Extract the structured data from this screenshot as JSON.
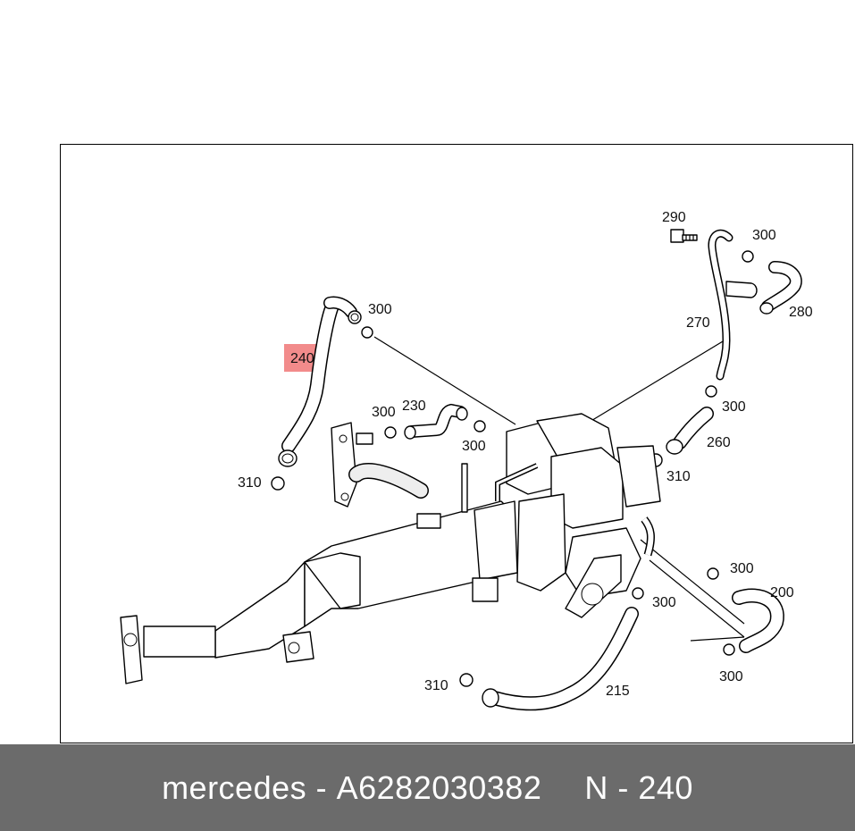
{
  "diagram": {
    "highlight_label": "240",
    "highlight_color": "#f28b8b",
    "labels": {
      "l290": "290",
      "l300a": "300",
      "l280": "280",
      "l270": "270",
      "l300b": "300",
      "l240": "240",
      "l300c": "300",
      "l230": "230",
      "l300d": "300",
      "l300e": "300",
      "l260": "260",
      "l310a": "310",
      "l310b": "310",
      "l300f": "300",
      "l200": "200",
      "l300g": "300",
      "l300h": "300",
      "l310c": "310",
      "l215": "215"
    }
  },
  "footer": {
    "brand": "mercedes",
    "separator": " - ",
    "part_number": "A6282030382",
    "position_text": "N - 240"
  }
}
